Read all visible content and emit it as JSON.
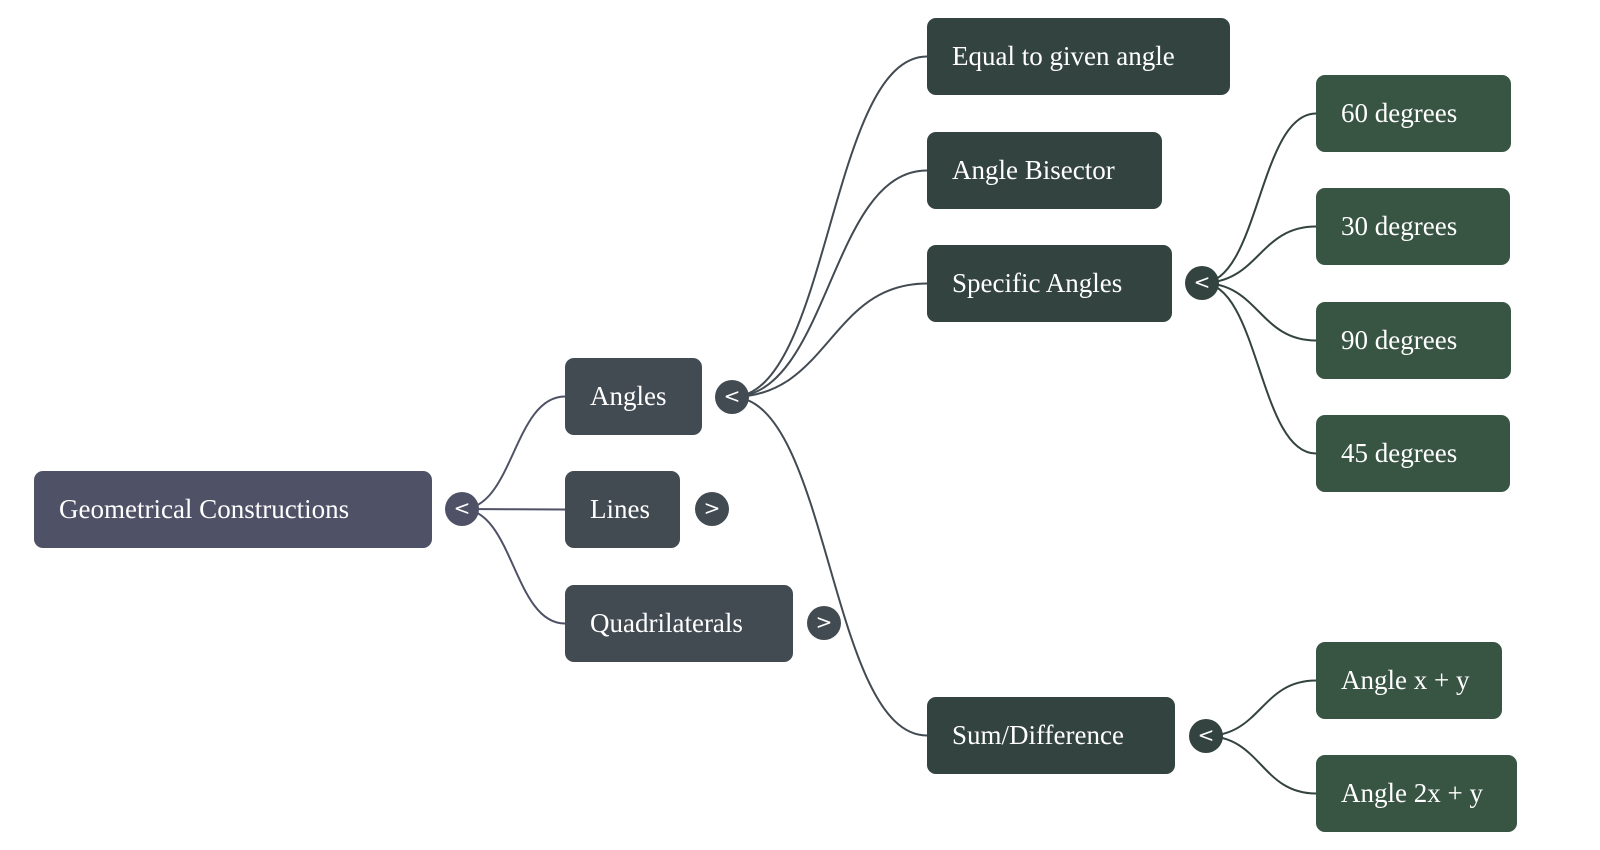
{
  "mindmap": {
    "root": {
      "label": "Geometrical Constructions",
      "toggle": "<",
      "children": [
        {
          "label": "Angles",
          "toggle": "<",
          "children": [
            {
              "label": "Equal to given angle"
            },
            {
              "label": "Angle Bisector"
            },
            {
              "label": "Specific Angles",
              "toggle": "<",
              "children": [
                {
                  "label": "60 degrees"
                },
                {
                  "label": "30 degrees"
                },
                {
                  "label": "90 degrees"
                },
                {
                  "label": "45 degrees"
                }
              ]
            },
            {
              "label": "Sum/Difference",
              "toggle": "<",
              "children": [
                {
                  "label": "Angle x + y"
                },
                {
                  "label": "Angle 2x + y"
                }
              ]
            }
          ]
        },
        {
          "label": "Lines",
          "toggle": ">"
        },
        {
          "label": "Quadrilaterals",
          "toggle": ">"
        }
      ]
    },
    "colors": {
      "level0": "#4f5166",
      "level1": "#424a52",
      "level2": "#33433f",
      "level3": "#385443",
      "text": "#ffffff",
      "background": "#ffffff"
    }
  }
}
